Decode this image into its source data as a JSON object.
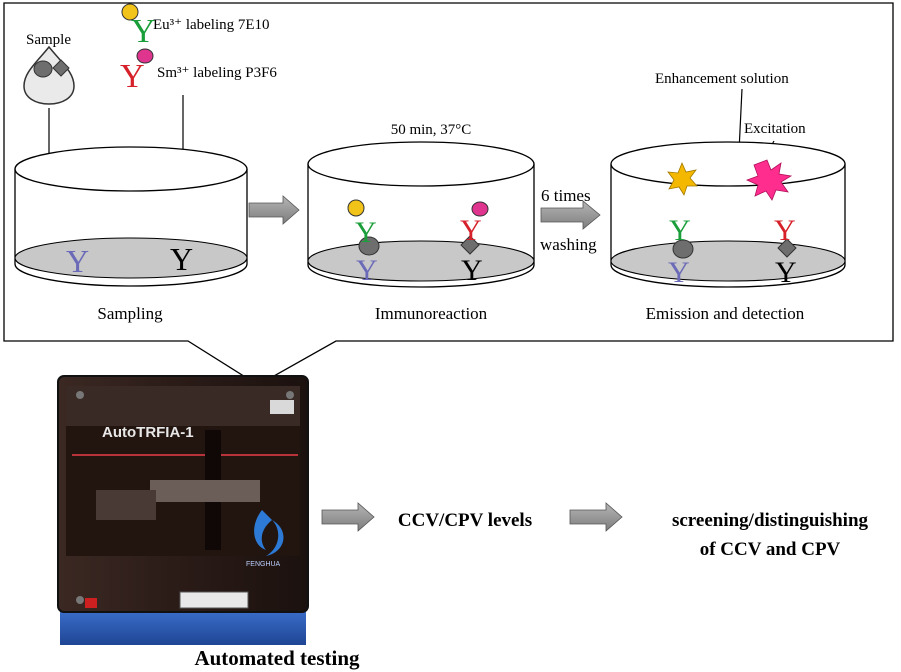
{
  "labels": {
    "sample": "Sample",
    "eu_label": "Eu³⁺ labeling 7E10",
    "sm_label": "Sm³⁺ labeling P3F6",
    "condition": "50 min, 37°C",
    "enhancement": "Enhancement solution",
    "excitation": "Excitation",
    "washing_line1": "6 times",
    "washing_line2": "washing",
    "sampling": "Sampling",
    "immunoreaction": "Immunoreaction",
    "emission": "Emission and detection",
    "instrument_brand": "AutoTRFIA-1",
    "instrument_maker": "FENGHUA",
    "automated": "Automated testing",
    "levels": "CCV/CPV levels",
    "result_line1": "screening/distinguishing",
    "result_line2": "of CCV and CPV",
    "antibody_glyph": "Y"
  },
  "colors": {
    "eu_antibody": "#1a9e3a",
    "sm_antibody": "#d6202a",
    "capture_antibody": "#6a6ab8",
    "eu_label_dot": "#f2c318",
    "sm_label_dot": "#e0358f",
    "antigen": "#6e6e6e",
    "well_floor": "#c8c8c8",
    "arrow_fill": "#9a9a9a",
    "star": "#f5b800",
    "burst": "#ff2d8e",
    "instrument_body": "#2a1a16",
    "instrument_base": "#2b5bb0"
  }
}
